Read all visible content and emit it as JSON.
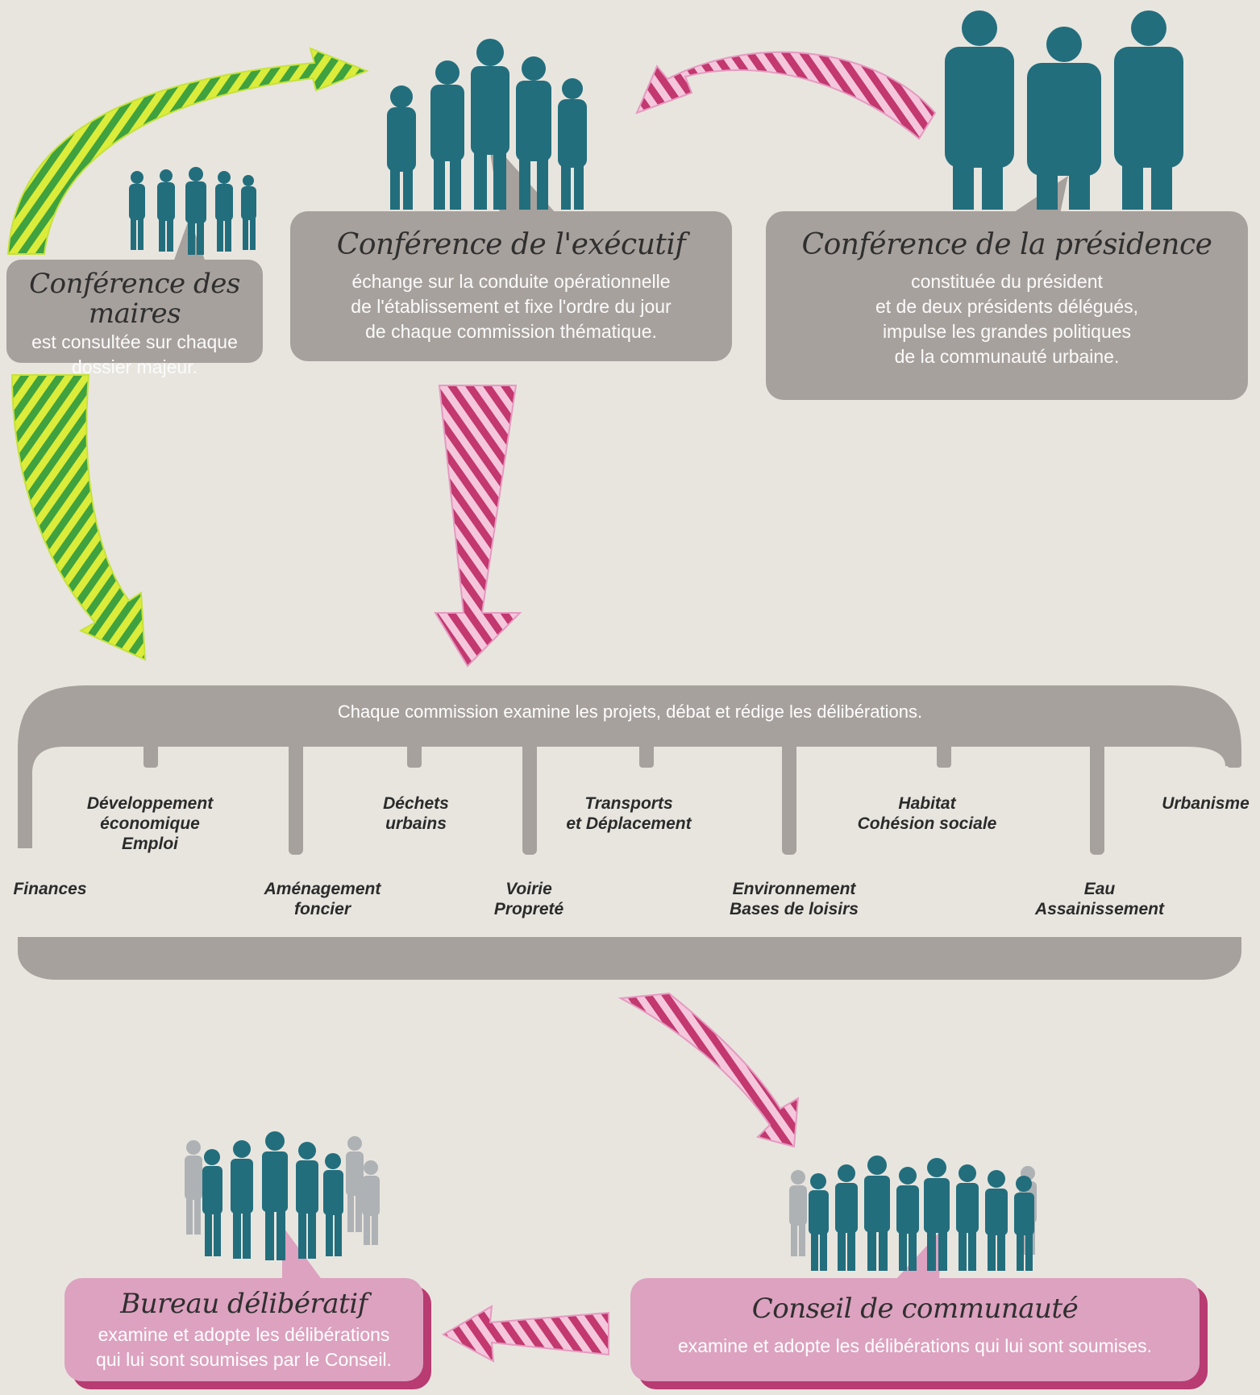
{
  "conference_maires": {
    "title": "Conférence des maires",
    "description": "est consultée sur chaque\ndossier majeur."
  },
  "conference_executif": {
    "title": "Conférence de l'exécutif",
    "description": "échange sur la conduite opérationnelle\nde l'établissement et fixe l'ordre du jour\nde chaque commission thématique."
  },
  "conference_presidence": {
    "title": "Conférence de la présidence",
    "description": "constituée du président\net de deux présidents délégués,\nimpulse les grandes politiques\nde la communauté urbaine."
  },
  "commissions": {
    "intro": "Chaque commission examine les projets, débat et rédige les délibérations.",
    "upper": [
      "Développement\néconomique\nEmploi",
      "Déchets\nurbains",
      "Transports\net Déplacement",
      "Habitat\nCohésion sociale",
      "Urbanisme"
    ],
    "lower": [
      "Finances",
      "Aménagement\nfoncier",
      "Voirie\nPropreté",
      "Environnement\nBases de loisirs",
      "Eau\nAssainissement"
    ]
  },
  "bureau": {
    "title": "Bureau délibératif",
    "description": "examine et adopte les délibérations\nqui lui sont soumises par le Conseil."
  },
  "conseil": {
    "title": "Conseil de communauté",
    "description": "examine et adopte les délibérations qui lui sont soumises."
  },
  "colors": {
    "background": "#e8e5df",
    "gray": "#a7a19d",
    "teal": "#236e7d",
    "pink": "#c2386f",
    "pink_light": "#dca2bf",
    "green": "#8fcc35",
    "green_light": "#d8ec3a"
  },
  "icons": [
    "people-group-icon",
    "arrow-icon"
  ]
}
